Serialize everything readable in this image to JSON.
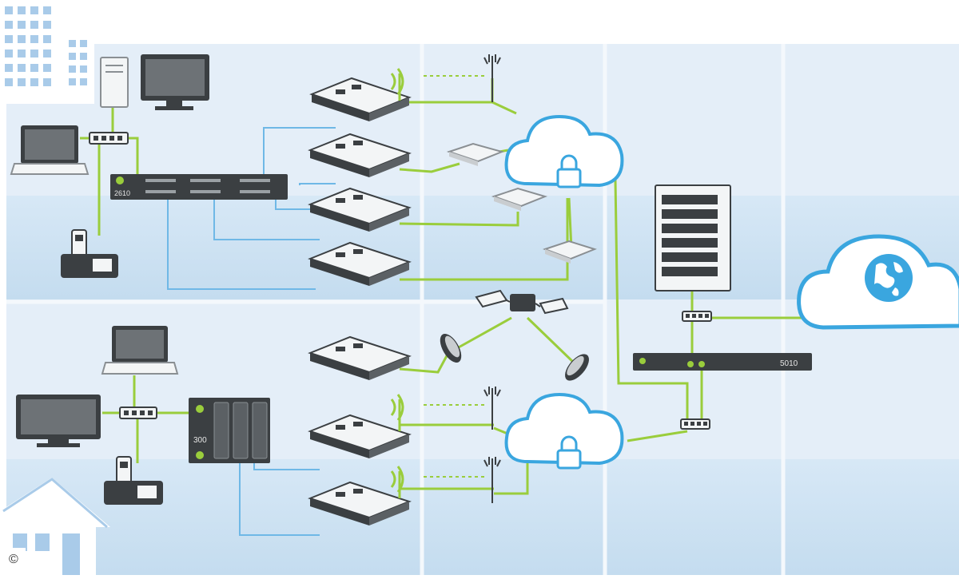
{
  "devices": {
    "gateway_top": {
      "model": "2610"
    },
    "gateway_bottom": {
      "model": "300"
    },
    "gateway_right": {
      "model": "5010"
    }
  },
  "copyright": "©",
  "colors": {
    "panel_light": "#e6f0f9",
    "panel_mid": "#cfe3f4",
    "line_green": "#9acd3c",
    "line_blue": "#6fb8e6",
    "cloud_stroke": "#3aa6df",
    "device_dark": "#3b3f42",
    "device_grey": "#8a8f93"
  }
}
